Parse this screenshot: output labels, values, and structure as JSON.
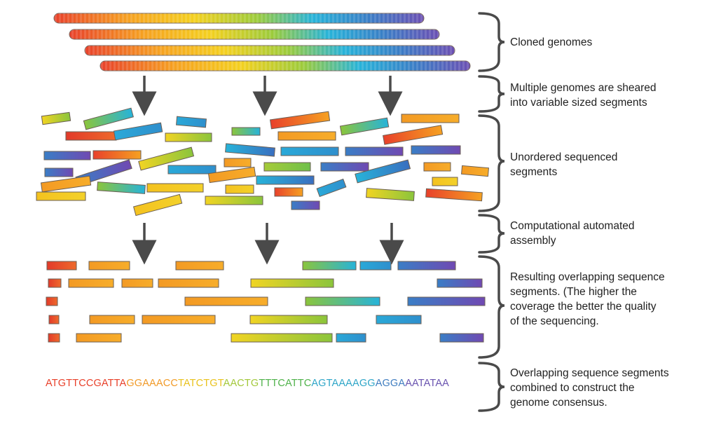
{
  "labels": {
    "cloned": "Cloned genomes",
    "sheared_1": "Multiple genomes are sheared",
    "sheared_2": "into variable sized segments",
    "unordered_1": "Unordered sequenced",
    "unordered_2": "segments",
    "assembly_1": "Computational automated",
    "assembly_2": "assembly",
    "overlap_1": "Resulting overlapping sequence",
    "overlap_2": "segments. (The higher the",
    "overlap_3": "coverage the better the quality",
    "overlap_4": "of the sequencing.",
    "consensus_1": "Overlapping sequence segments",
    "consensus_2": "combined to construct the",
    "consensus_3": "genome consensus."
  },
  "sequence": {
    "parts": [
      {
        "text": "ATGTTCCGATTA",
        "color": "#e8402a"
      },
      {
        "text": "GGAAACC",
        "color": "#f19a28"
      },
      {
        "text": "TATCTGT",
        "color": "#e9c21e"
      },
      {
        "text": "AACTG",
        "color": "#a3c83a"
      },
      {
        "text": "TTTCATTC",
        "color": "#4fb24a"
      },
      {
        "text": "AGTAAAAGG",
        "color": "#2fa6c8"
      },
      {
        "text": "AGGA",
        "color": "#3f7dc0"
      },
      {
        "text": "AATATAA",
        "color": "#6a54b0"
      }
    ]
  },
  "colors": {
    "spectrum": [
      "#e8412b",
      "#f6a121",
      "#f4d01f",
      "#9bcb3b",
      "#27b3d9",
      "#3a7ec6",
      "#6c4fb3"
    ],
    "arrow": "#4a4a4a",
    "bracket": "#4a4a4a"
  }
}
